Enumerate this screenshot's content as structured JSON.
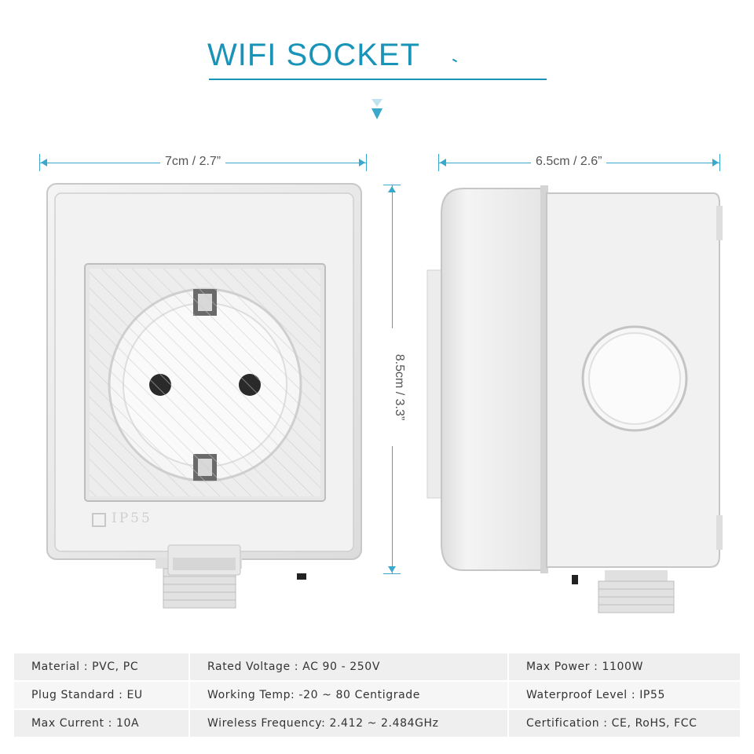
{
  "title": "WIFI SOCKET",
  "dimensions": {
    "width": "7cm / 2.7”",
    "depth": "6.5cm / 2.6”",
    "height": "8.5cm / 3.3”"
  },
  "product": {
    "rating_label": "IP55"
  },
  "colors": {
    "accent": "#1a93b8",
    "dimension_line": "#38a9cd",
    "table_row": "#efefef"
  },
  "specs": [
    [
      "Material : PVC, PC",
      "Rated Voltage : AC 90 - 250V",
      "Max Power : 1100W"
    ],
    [
      "Plug Standard : EU",
      "Working Temp: -20 ~ 80 Centigrade",
      "Waterproof Level : IP55"
    ],
    [
      "Max Current : 10A",
      "Wireless Frequency: 2.412 ~ 2.484GHz",
      "Certification : CE, RoHS, FCC"
    ]
  ]
}
